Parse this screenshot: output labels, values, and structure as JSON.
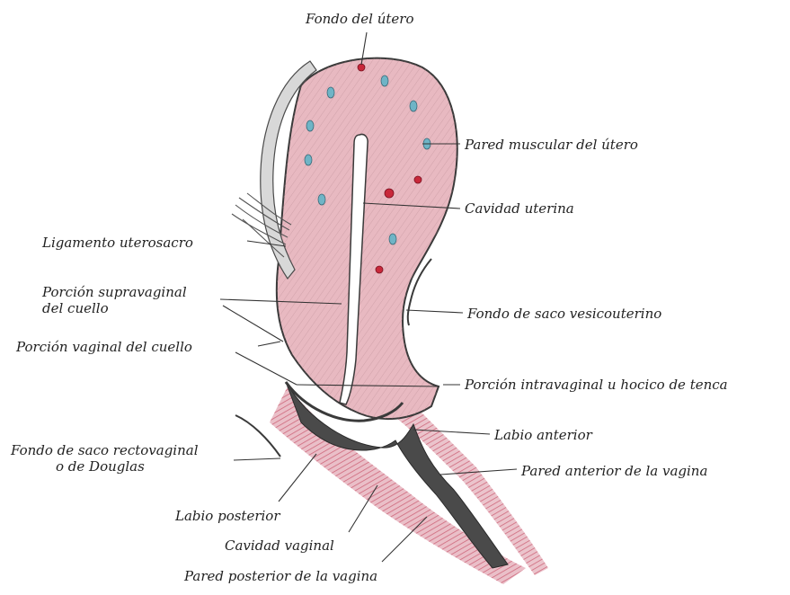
{
  "labels": {
    "fundus": "Fondo del útero",
    "muscular_wall": "Pared muscular del útero",
    "uterine_cavity": "Cavidad uterina",
    "uterosacral_ligament": "Ligamento uterosacro",
    "supravaginal_1": "Porción supravaginal",
    "supravaginal_2": "del cuello",
    "vesicouterine_pouch": "Fondo de saco vesicouterino",
    "vaginal_portion": "Porción vaginal del cuello",
    "intravaginal_portion": "Porción intravaginal u hocico de tenca",
    "anterior_lip": "Labio anterior",
    "douglas_1": "Fondo de saco rectovaginal",
    "douglas_2": "o de Douglas",
    "anterior_vaginal_wall": "Pared anterior de la vagina",
    "posterior_lip": "Labio posterior",
    "vaginal_cavity": "Cavidad vaginal",
    "posterior_vaginal_wall": "Pared posterior de la vagina"
  },
  "colors": {
    "tissue_pink": "#e8b9c1",
    "mucosa_red": "#c2415a",
    "outline": "#3a3a3a",
    "vessel_blue": "#6fb4c6",
    "vessel_red": "#c8283a",
    "label_text": "#222222"
  }
}
